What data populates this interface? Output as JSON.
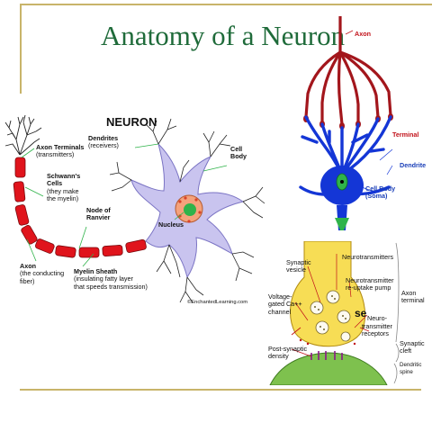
{
  "title": "Anatomy of a Neuron",
  "colors": {
    "title_green": "#1f6b3a",
    "frame_gold": "#c8b46a",
    "myelin_red": "#e0141c",
    "neuron_blue": "#1436d6",
    "axon_dark_red": "#a3161c",
    "nucleus_green": "#2fb34a",
    "cell_lavender": "#c9c4ef",
    "synapse_yellow": "#f7dd55"
  },
  "left_diagram": {
    "heading": "NEURON",
    "axon_terminals": {
      "name": "Axon Terminals",
      "desc": "(transmitters)"
    },
    "schwanns_cells": {
      "name": "Schwann's\nCells",
      "desc": "(they make\nthe myelin)"
    },
    "node_of_ranvier": {
      "name": "Node of\nRanvier"
    },
    "axon": {
      "name": "Axon",
      "desc": "(the conducting\nfiber)"
    },
    "myelin_sheath": {
      "name": "Myelin Sheath",
      "desc": "(insulating fatty layer\nthat speeds transmission)"
    },
    "dendrites": {
      "name": "Dendrites",
      "desc": "(receivers)"
    },
    "cell_body": {
      "name": "Cell\nBody"
    },
    "nucleus": {
      "name": "Nucleus"
    },
    "copyright": "©EnchantedLearning.com"
  },
  "right_diagram": {
    "axon": "Axon",
    "terminal": "Terminal",
    "dendrite": "Dendrite",
    "cell_body": "Cell Body\n(Soma)"
  },
  "synapse_diagram": {
    "synaptic_vesicle": "Synaptic\nvesicle",
    "neurotransmitters": "Neurotransmitters",
    "reuptake_pump": "Neurotransmitter\nre-uptake pump",
    "voltage_channel": "Voltage-\ngated Ca++\nchannel",
    "receptors": "transmitter\nreceptors",
    "receptors_prefix": "Neuro-",
    "axon_terminal": "Axon\nterminal",
    "synaptic_cleft": "Synaptic\ncleft",
    "dendritic_spine": "Dendritic\nspine",
    "postsynaptic_density": "Post-synaptic\ndensity",
    "overlap_text": "se"
  }
}
